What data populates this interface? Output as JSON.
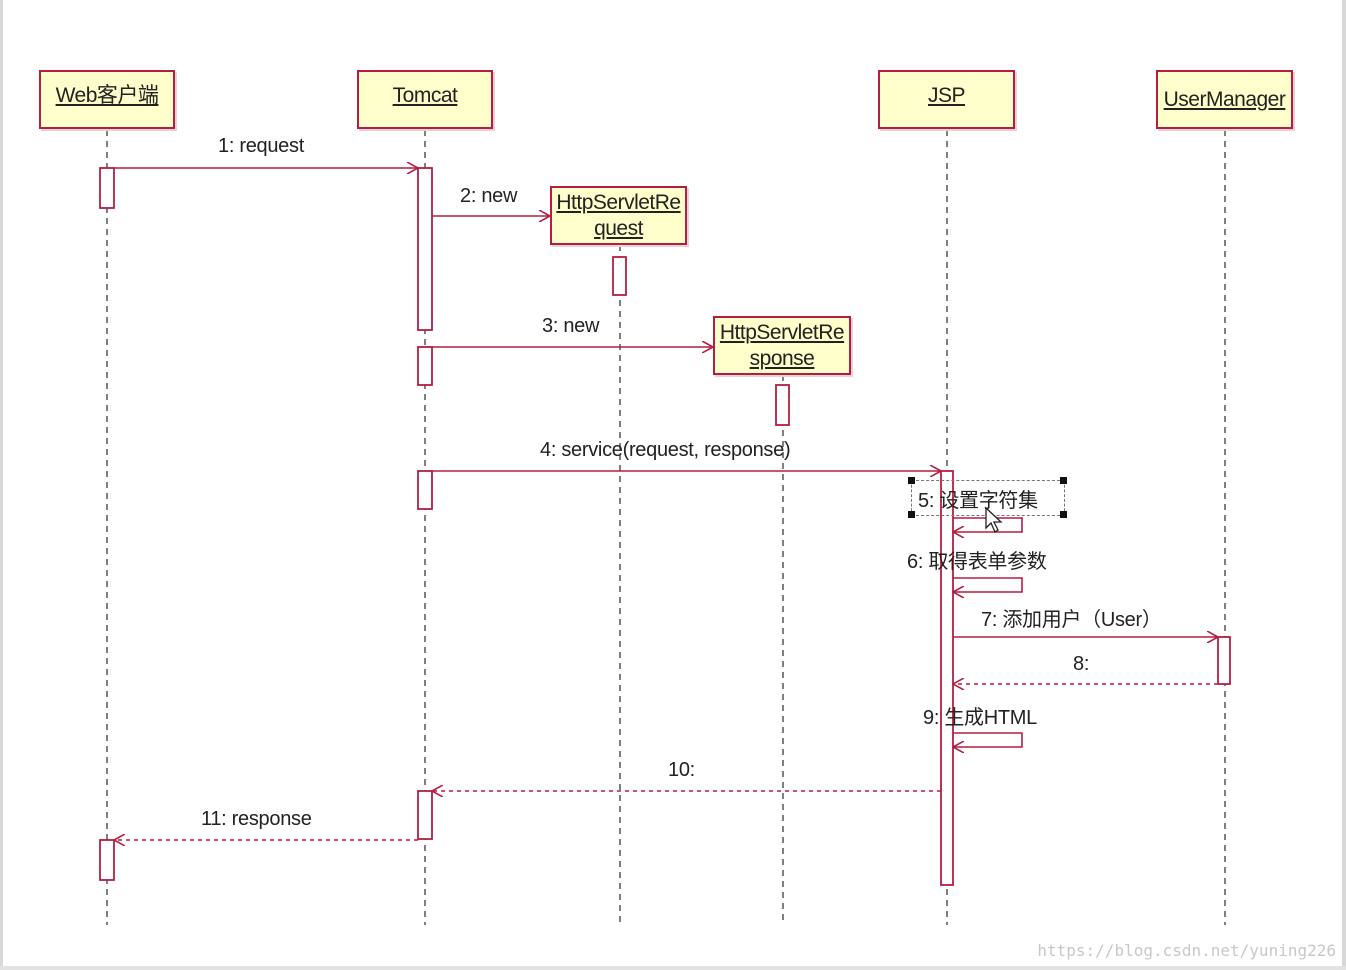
{
  "lifelines": {
    "web_client": "Web客户端",
    "tomcat": "Tomcat",
    "http_request": "HttpServletRequest",
    "http_response": "HttpServletResponse",
    "jsp": "JSP",
    "user_manager": "UserManager"
  },
  "messages": {
    "m1": "1: request",
    "m2": "2: new",
    "m3": "3: new",
    "m4": "4: service(request, response)",
    "m5": "5: 设置字符集",
    "m6": "6: 取得表单参数",
    "m7": "7: 添加用户（User）",
    "m8": "8:",
    "m9": "9: 生成HTML",
    "m10": "10:",
    "m11": "11: response"
  },
  "watermark": "https://blog.csdn.net/yuning226",
  "colors": {
    "line": "#b51e42",
    "box_fill": "#ffffcc",
    "lifeline": "#555555"
  }
}
